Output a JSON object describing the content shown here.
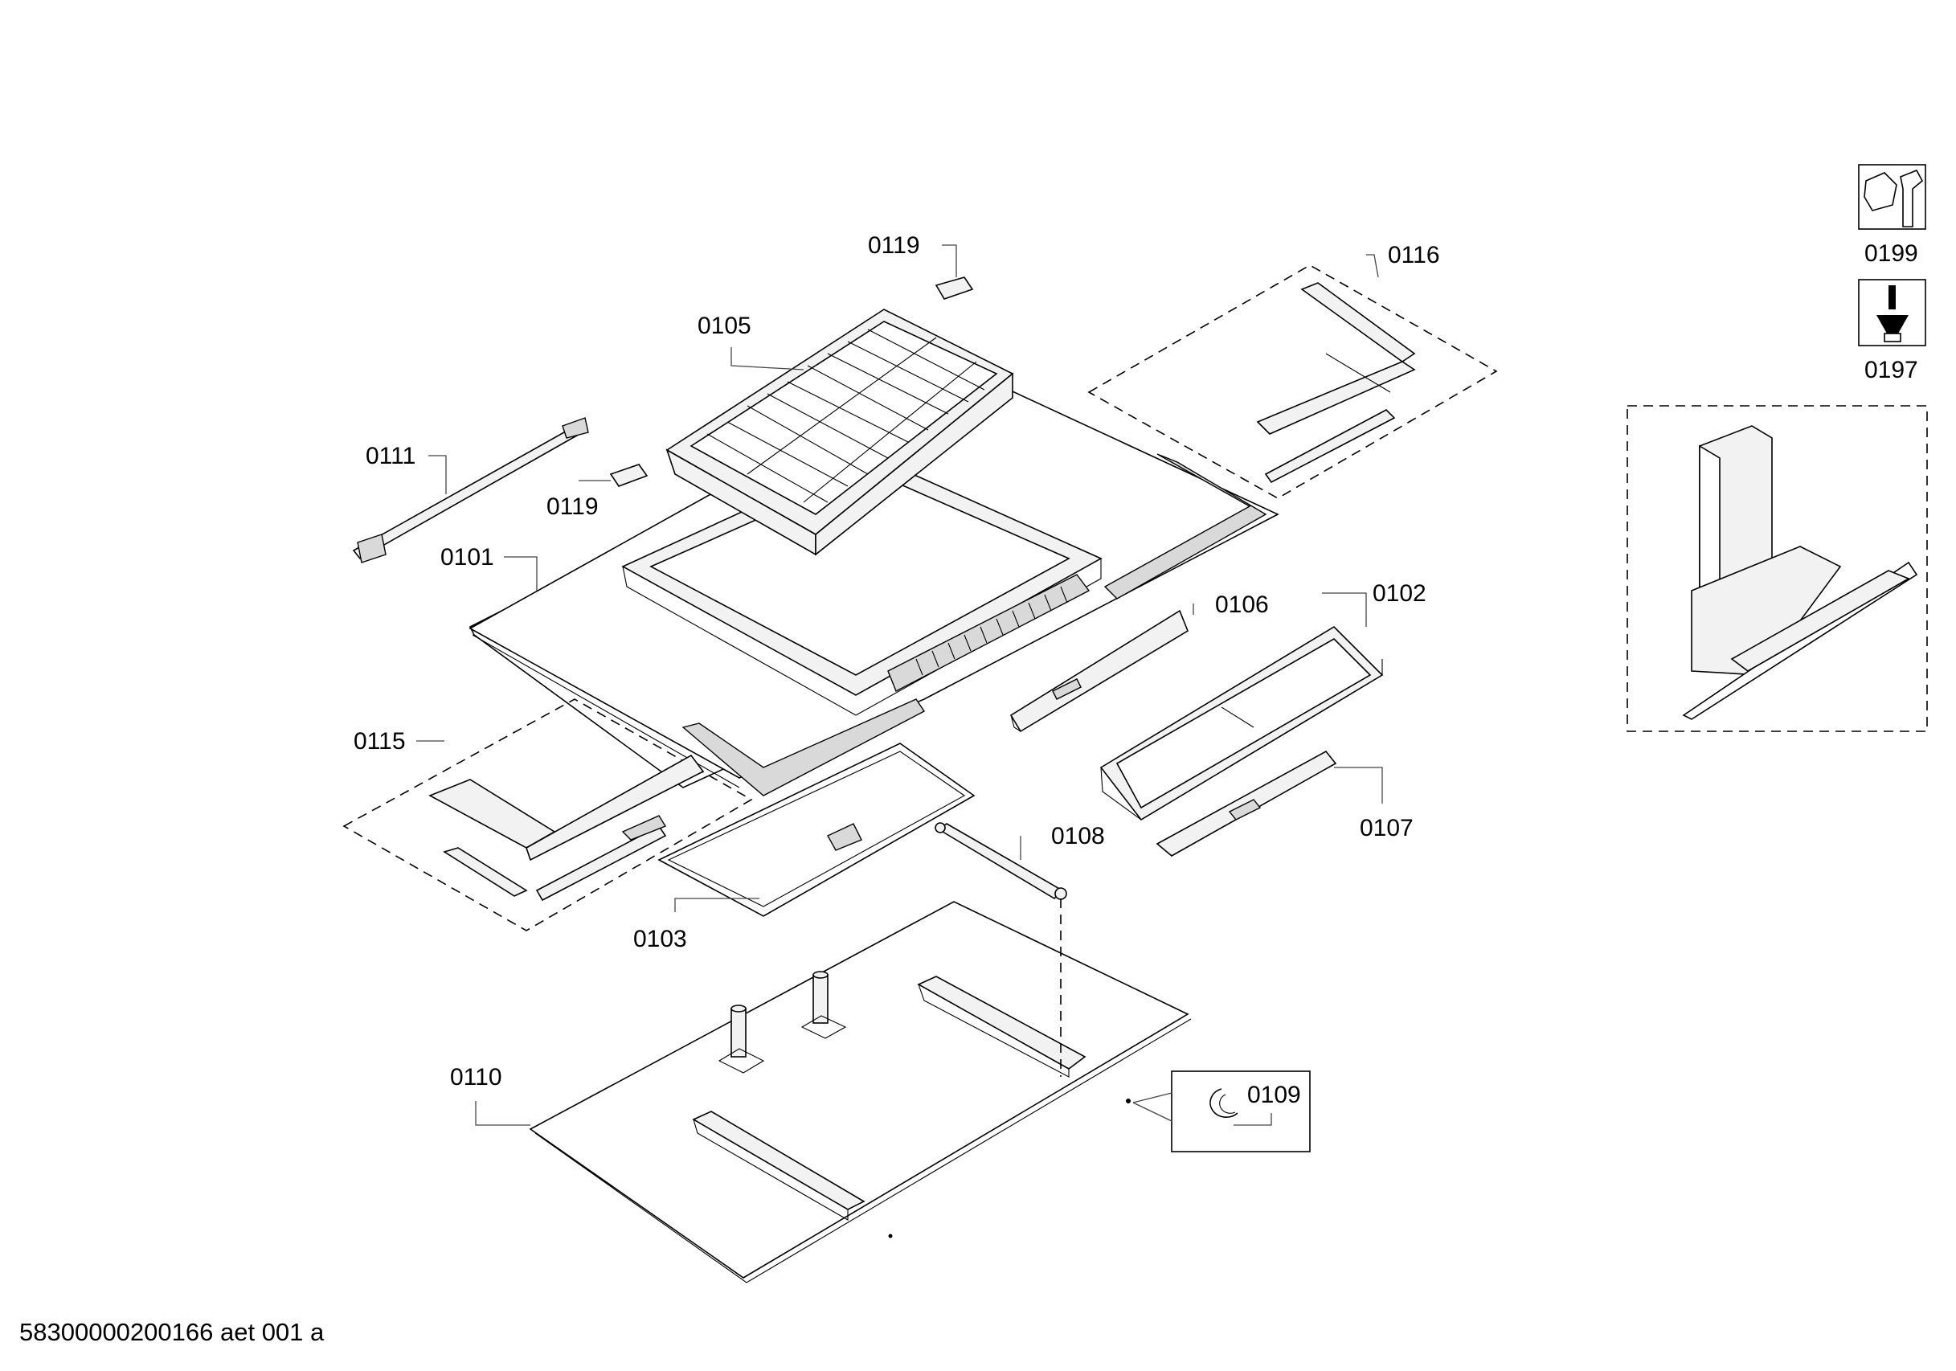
{
  "labels": {
    "p0119a": "0119",
    "p0105": "0105",
    "p0116": "0116",
    "p0111": "0111",
    "p0119b": "0119",
    "p0101": "0101",
    "p0106": "0106",
    "p0102": "0102",
    "p0115": "0115",
    "p0108": "0108",
    "p0107": "0107",
    "p0103": "0103",
    "p0110": "0110",
    "p0109": "0109",
    "p0199": "0199",
    "p0197": "0197"
  },
  "footer": "58300000200166 aet 001 a",
  "icons": {
    "service_icon": "wrench-nut-icon",
    "screw_icon": "screwdriver-icon"
  }
}
